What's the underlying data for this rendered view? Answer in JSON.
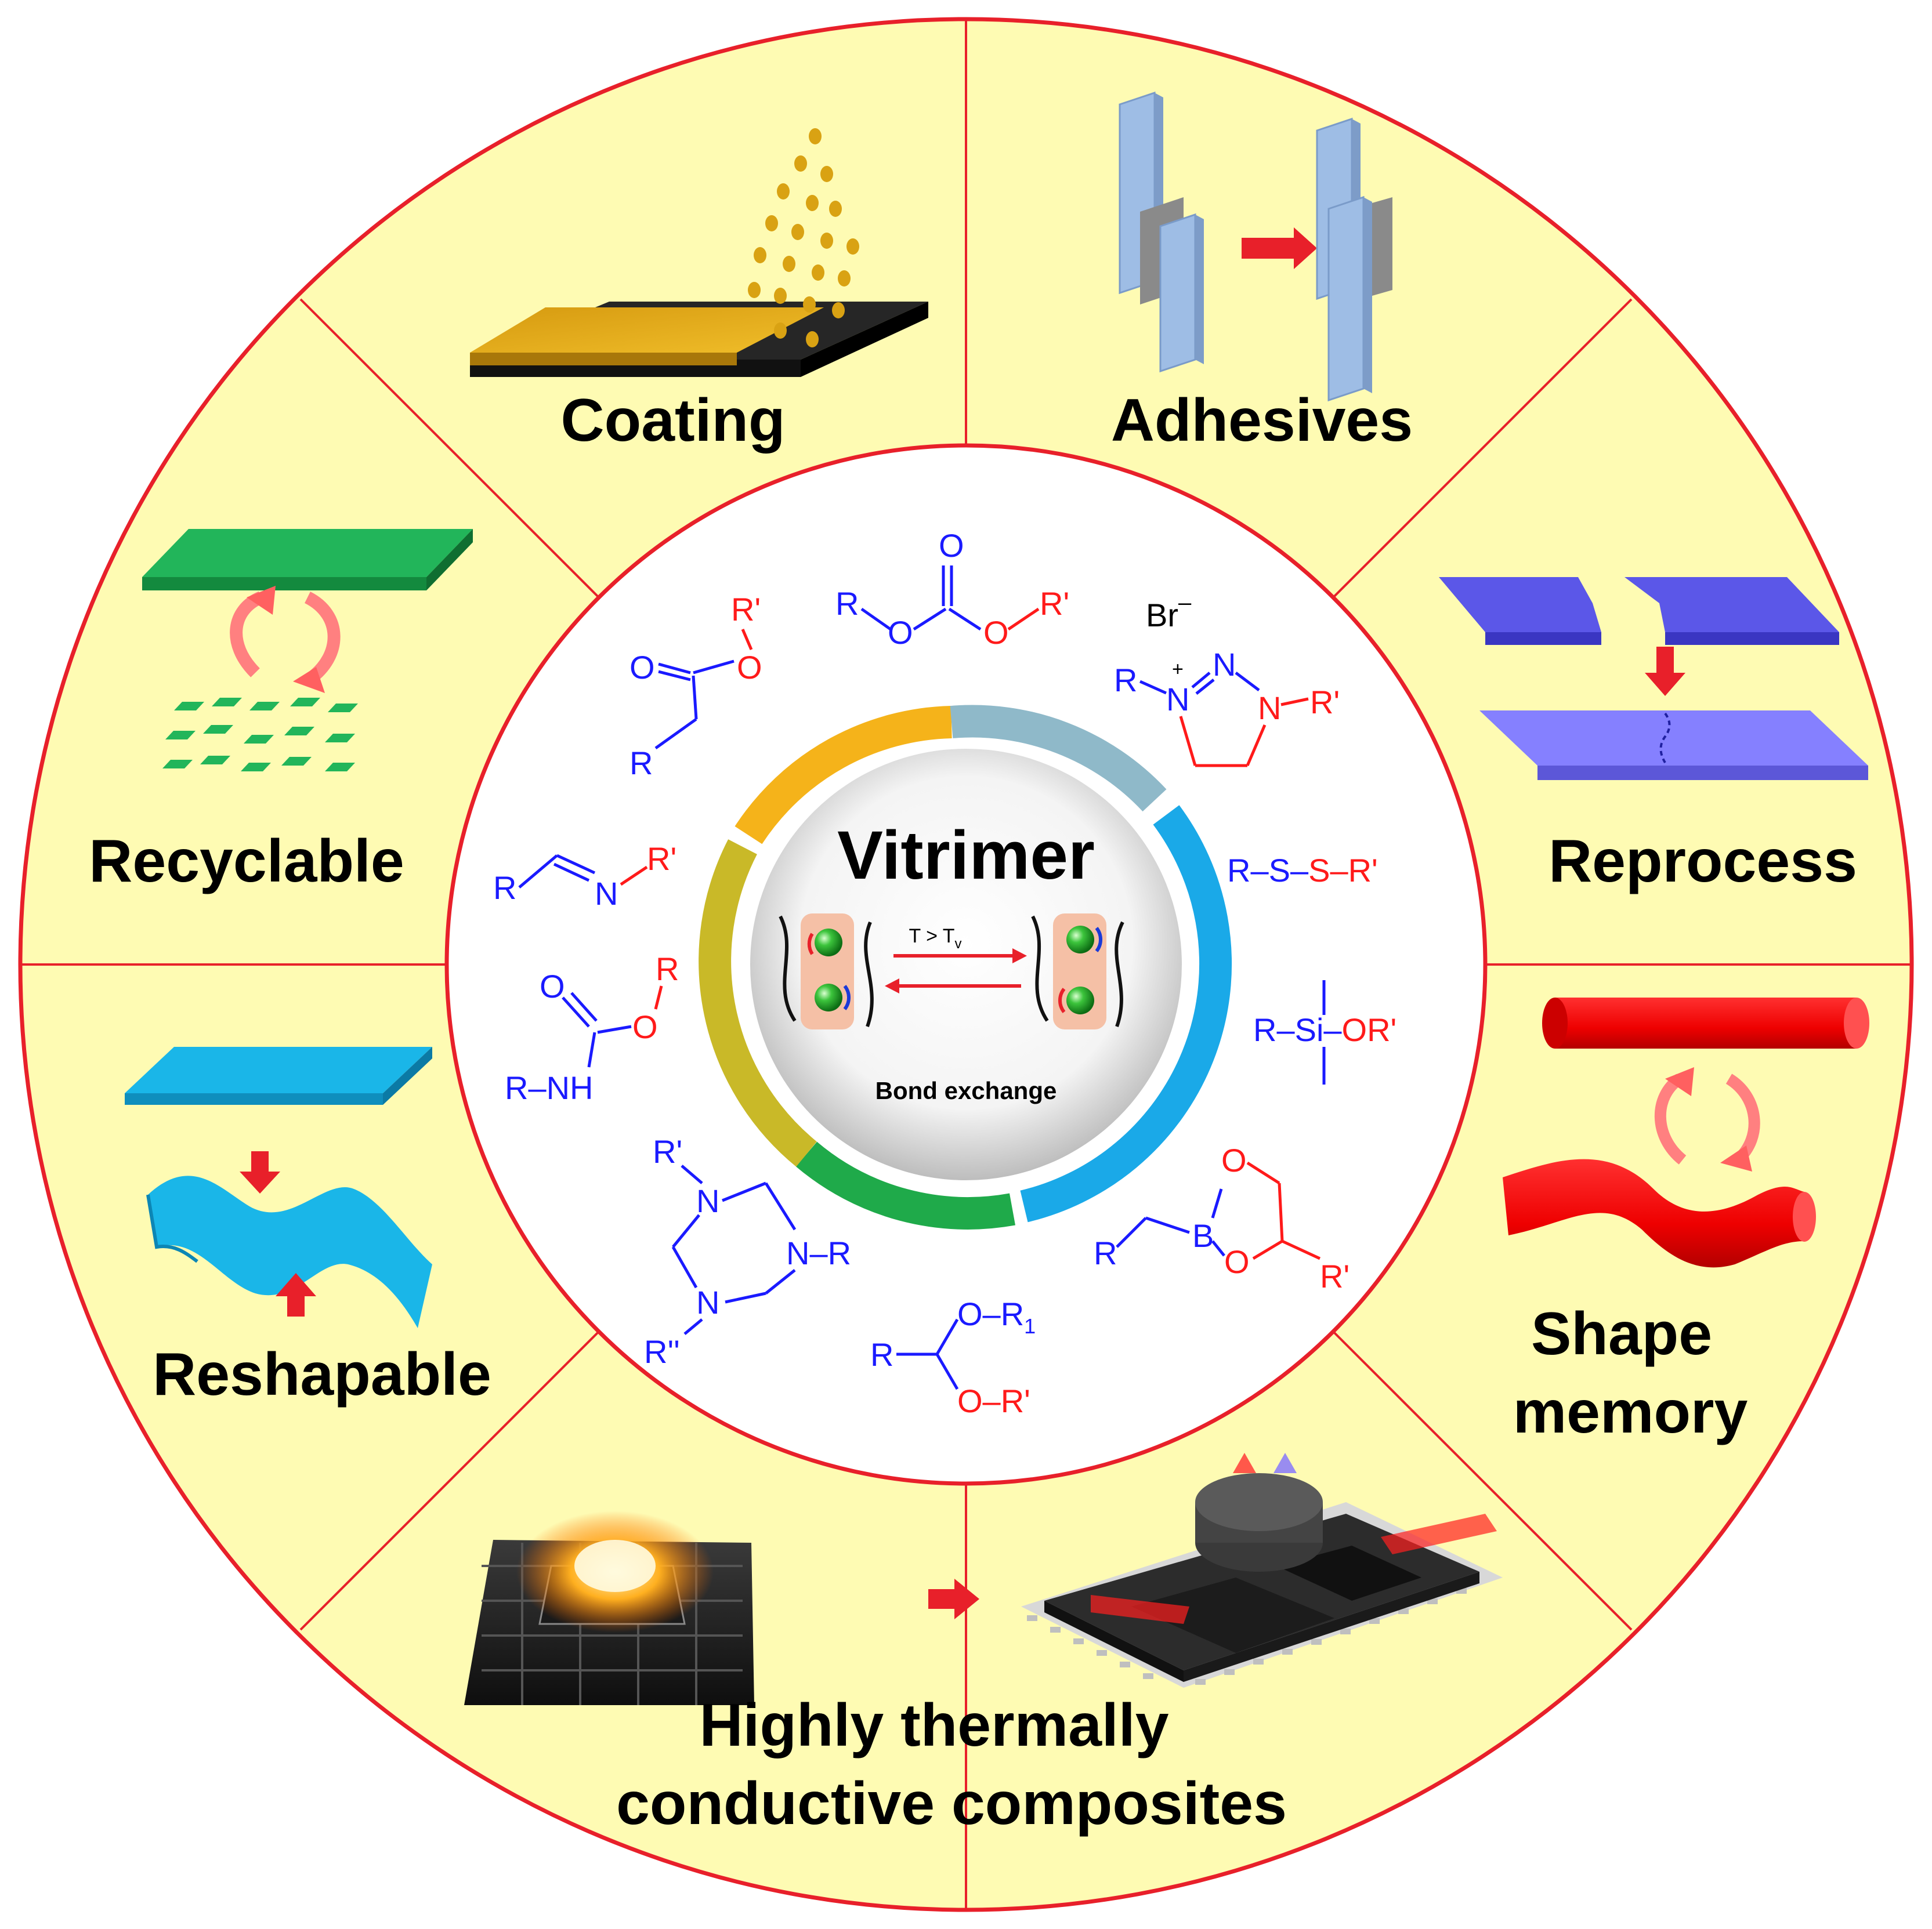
{
  "segments": {
    "coating": "Coating",
    "adhesives": "Adhesives",
    "recyclable": "Recyclable",
    "reprocess": "Reprocess",
    "reshapable": "Reshapable",
    "shape_memory_line1": "Shape",
    "shape_memory_line2": "memory",
    "composites_line1": "Highly thermally",
    "composites_line2": "conductive composites"
  },
  "center": {
    "title": "Vitrimer",
    "condition_main": "T > T",
    "condition_sub": "v",
    "caption": "Bond exchange"
  },
  "chemistry": {
    "ester": {
      "r_prime": "R'",
      "o_carbonyl": "O",
      "o_ester": "O",
      "r": "R"
    },
    "carbonate": {
      "r": "R",
      "o_top": "O",
      "o_left": "O",
      "o_right": "O",
      "r_prime": "R'"
    },
    "triazolium": {
      "anion": "Br",
      "charge_minus": "–",
      "r": "R",
      "n_plus": "N",
      "plus": "+",
      "n2": "N",
      "n3": "N",
      "r_prime": "R'"
    },
    "imine": {
      "r": "R",
      "n": "N",
      "r_prime": "R'"
    },
    "disulfide": {
      "text": "R–S–S–R'"
    },
    "urethane": {
      "o_carbonyl": "O",
      "o_ester": "O",
      "r": "R",
      "nh": "R–NH"
    },
    "silyl_ether": {
      "text": "R–Si–OR'"
    },
    "triazinane": {
      "r_prime": "R'",
      "n_top": "N",
      "n_right": "N–R",
      "n_bottom": "N",
      "r_dprime": "R''"
    },
    "boronic_ester": {
      "r": "R",
      "b": "B",
      "o_top": "O",
      "o_bottom": "O",
      "r_prime": "R'"
    },
    "acetal": {
      "r": "R",
      "o_r1": "O–R",
      "sub1": "1",
      "o_rprime": "O–R'"
    }
  },
  "colors": {
    "background_yellow": "#fefbb3",
    "divider_red": "#e8202a",
    "chem_blue": "#1a1aff",
    "chem_red": "#ff1a1a",
    "ring_gold": "#f5b31a",
    "ring_blue": "#1aa9e8",
    "ring_green": "#1faa4a"
  }
}
